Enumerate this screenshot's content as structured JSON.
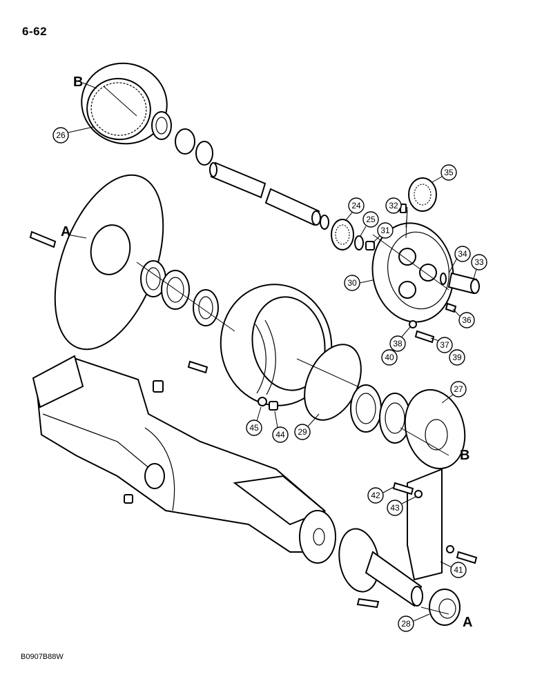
{
  "page_number": "6-62",
  "figure_code": "B0907B88W",
  "ref_letters": {
    "a_top": "A",
    "a_bottom": "A",
    "b_top": "B",
    "b_bottom": "B"
  },
  "callouts": {
    "c24": "24",
    "c25": "25",
    "c26": "26",
    "c27": "27",
    "c28": "28",
    "c29": "29",
    "c30": "30",
    "c31": "31",
    "c32": "32",
    "c33": "33",
    "c34": "34",
    "c35": "35",
    "c36": "36",
    "c37": "37",
    "c38": "38",
    "c39": "39",
    "c40": "40",
    "c41": "41",
    "c42": "42",
    "c43": "43",
    "c44": "44",
    "c45": "45"
  }
}
